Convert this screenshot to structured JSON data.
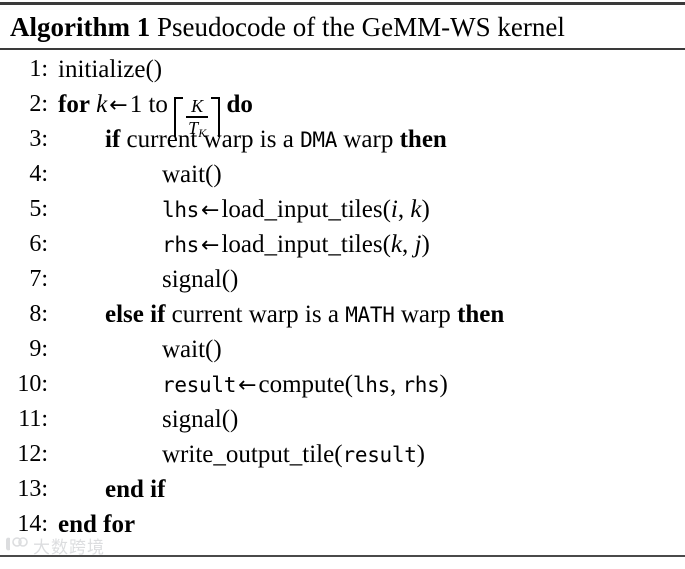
{
  "caption": {
    "label": "Algorithm 1",
    "title": "Pseudocode of the GeMM-WS kernel"
  },
  "lines": [
    {
      "no": "1:",
      "indent": 0,
      "text": "initialize()"
    },
    {
      "no": "2:",
      "indent": 0,
      "text": "for k ← 1 to ⌈K/T_K⌉ do"
    },
    {
      "no": "3:",
      "indent": 1,
      "text": "if current warp is a DMA warp then"
    },
    {
      "no": "4:",
      "indent": 2,
      "text": "wait()"
    },
    {
      "no": "5:",
      "indent": 2,
      "text": "lhs ← load_input_tiles(i, k)"
    },
    {
      "no": "6:",
      "indent": 2,
      "text": "rhs ← load_input_tiles(k, j)"
    },
    {
      "no": "7:",
      "indent": 2,
      "text": "signal()"
    },
    {
      "no": "8:",
      "indent": 1,
      "text": "else if current warp is a MATH warp then"
    },
    {
      "no": "9:",
      "indent": 2,
      "text": "wait()"
    },
    {
      "no": "10:",
      "indent": 2,
      "text": "result ← compute(lhs, rhs)"
    },
    {
      "no": "11:",
      "indent": 2,
      "text": "signal()"
    },
    {
      "no": "12:",
      "indent": 2,
      "text": "write_output_tile(result)"
    },
    {
      "no": "13:",
      "indent": 1,
      "text": "end if"
    },
    {
      "no": "14:",
      "indent": 0,
      "text": "end for"
    }
  ],
  "tokens": {
    "kw_for": "for",
    "kw_to": "to",
    "kw_do": "do",
    "kw_if": "if",
    "kw_else": "else",
    "kw_then": "then",
    "kw_end_if": "end if",
    "kw_end_for": "end for",
    "var_k": "k",
    "var_i": "i",
    "var_j": "j",
    "num_one": "1",
    "arrow": "←",
    "comma": ",",
    "frac_num": "K",
    "frac_den_base": "T",
    "frac_den_sub": "K",
    "fn_initialize": "initialize()",
    "fn_wait": "wait()",
    "fn_signal": "signal()",
    "fn_load_input_tiles": "load_input_tiles(",
    "fn_compute": "compute(",
    "fn_write_output_tile": "write_output_tile(",
    "paren_close": ")",
    "tt_lhs": "lhs",
    "tt_rhs": "rhs",
    "tt_result": "result",
    "tt_dma": "DMA",
    "tt_math": "MATH",
    "txt_current_warp_is_a": "current warp is a",
    "txt_warp": "warp"
  },
  "watermark": {
    "text": "大数跨境",
    "logo_digits": "100"
  },
  "colors": {
    "rule": "#3a3a3a",
    "text": "#000000",
    "background": "#ffffff",
    "watermark": "#8d9299"
  }
}
